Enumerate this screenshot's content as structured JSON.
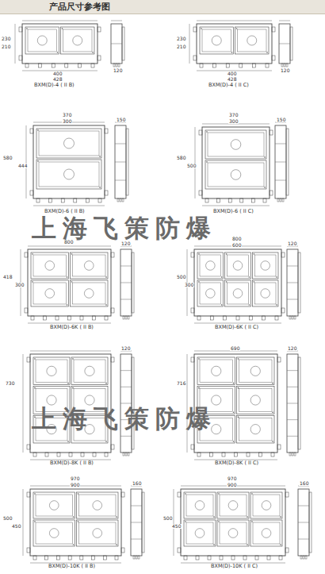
{
  "diagram": {
    "title": "产品尺寸参考图",
    "labels": [
      "230",
      "210",
      "400",
      "428",
      "120",
      "BXM(D)-4 ( II B)",
      "230",
      "210",
      "400",
      "428",
      "120",
      "BXM(D)-4 ( II C)",
      "370",
      "300",
      "150",
      "580",
      "444",
      "BXM(D)-6 ( II B)",
      "370",
      "300",
      "150",
      "580",
      "500",
      "BXM(D)-6 ( II C)",
      "上海飞策防爆",
      "800",
      "120",
      "418",
      "300",
      "BXM(D)-6K ( II B)",
      "800",
      "600",
      "120",
      "500",
      "300",
      "BXM(D)-6K ( II C)",
      "120",
      "730",
      "BXM(D)-8K ( II B)",
      "690",
      "120",
      "716",
      "BXM(D)-8K ( II C)",
      "上海飞策防爆",
      "970",
      "900",
      "160",
      "500",
      "450",
      "BXM(D)-10K ( II B)",
      "970",
      "900",
      "160",
      "500",
      "450",
      "BXM(D)-10K ( II C)"
    ]
  }
}
